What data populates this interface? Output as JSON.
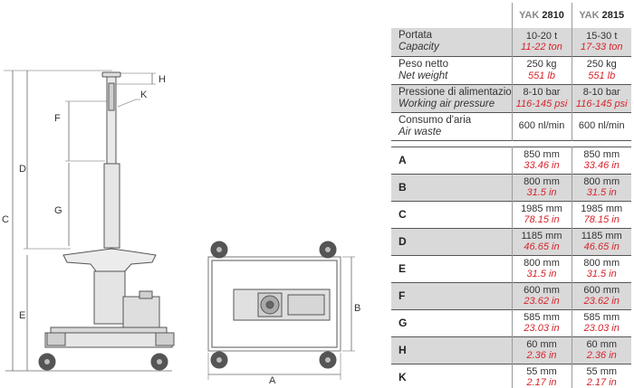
{
  "models": [
    {
      "prefix": "YAK",
      "number": "2810"
    },
    {
      "prefix": "YAK",
      "number": "2815"
    }
  ],
  "general_rows": [
    {
      "label_it": "Portata",
      "label_en": "Capacity",
      "values": [
        {
          "metric": "10-20 t",
          "imperial": "11-22 ton"
        },
        {
          "metric": "15-30 t",
          "imperial": "17-33 ton"
        }
      ]
    },
    {
      "label_it": "Peso netto",
      "label_en": "Net weight",
      "values": [
        {
          "metric": "250 kg",
          "imperial": "551 lb"
        },
        {
          "metric": "250 kg",
          "imperial": "551 lb"
        }
      ]
    },
    {
      "label_it": "Pressione di alimentazione",
      "label_en": "Working air pressure",
      "values": [
        {
          "metric": "8-10 bar",
          "imperial": "116-145 psi"
        },
        {
          "metric": "8-10 bar",
          "imperial": "116-145 psi"
        }
      ]
    },
    {
      "label_it": "Consumo d'aria",
      "label_en": "Air waste",
      "values": [
        {
          "metric": "600 nl/min",
          "imperial": ""
        },
        {
          "metric": "600 nl/min",
          "imperial": ""
        }
      ]
    }
  ],
  "dimension_rows": [
    {
      "letter": "A",
      "values": [
        {
          "metric": "850 mm",
          "imperial": "33.46 in"
        },
        {
          "metric": "850 mm",
          "imperial": "33.46 in"
        }
      ]
    },
    {
      "letter": "B",
      "values": [
        {
          "metric": "800 mm",
          "imperial": "31.5 in"
        },
        {
          "metric": "800 mm",
          "imperial": "31.5 in"
        }
      ]
    },
    {
      "letter": "C",
      "values": [
        {
          "metric": "1985 mm",
          "imperial": "78.15 in"
        },
        {
          "metric": "1985 mm",
          "imperial": "78.15 in"
        }
      ]
    },
    {
      "letter": "D",
      "values": [
        {
          "metric": "1185 mm",
          "imperial": "46.65 in"
        },
        {
          "metric": "1185 mm",
          "imperial": "46.65 in"
        }
      ]
    },
    {
      "letter": "E",
      "values": [
        {
          "metric": "800 mm",
          "imperial": "31.5 in"
        },
        {
          "metric": "800 mm",
          "imperial": "31.5 in"
        }
      ]
    },
    {
      "letter": "F",
      "values": [
        {
          "metric": "600 mm",
          "imperial": "23.62 in"
        },
        {
          "metric": "600 mm",
          "imperial": "23.62 in"
        }
      ]
    },
    {
      "letter": "G",
      "values": [
        {
          "metric": "585 mm",
          "imperial": "23.03 in"
        },
        {
          "metric": "585 mm",
          "imperial": "23.03 in"
        }
      ]
    },
    {
      "letter": "H",
      "values": [
        {
          "metric": "60 mm",
          "imperial": "2.36 in"
        },
        {
          "metric": "60 mm",
          "imperial": "2.36 in"
        }
      ]
    },
    {
      "letter": "K",
      "values": [
        {
          "metric": "55 mm",
          "imperial": "2.17 in"
        },
        {
          "metric": "55 mm",
          "imperial": "2.17 in"
        }
      ]
    }
  ],
  "drawing_labels": {
    "C": "C",
    "D": "D",
    "E": "E",
    "F": "F",
    "G": "G",
    "H": "H",
    "K": "K",
    "A": "A",
    "B": "B"
  },
  "colors": {
    "row_shade": "#d9d9d9",
    "imperial_red": "#d6242b",
    "line_gray": "#555555"
  }
}
